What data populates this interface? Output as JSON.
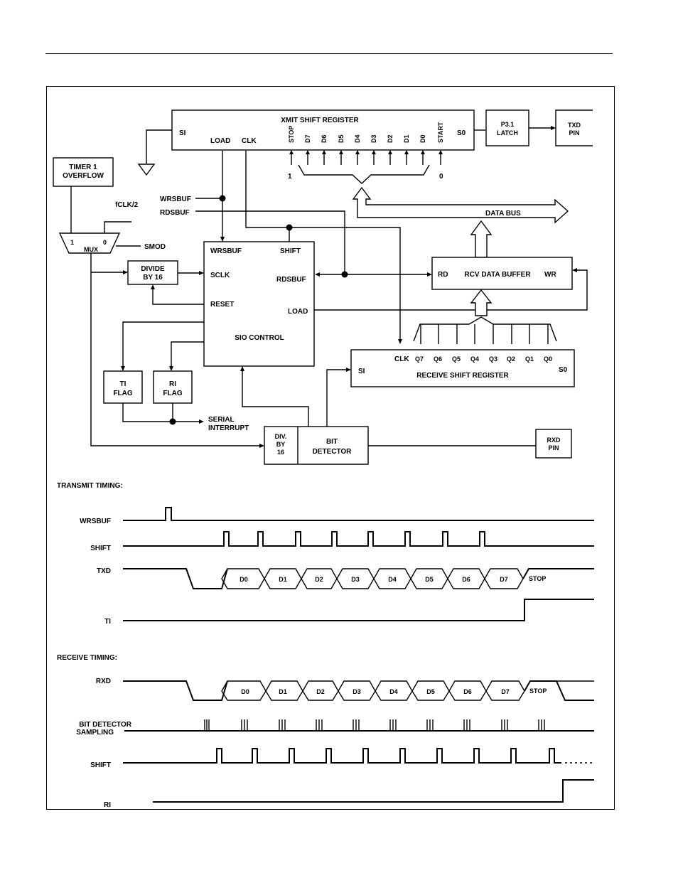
{
  "diagram": {
    "xmit_shift_register": {
      "title": "XMIT SHIFT REGISTER",
      "si": "SI",
      "so": "S0",
      "load": "LOAD",
      "clk": "CLK",
      "bits": [
        "STOP",
        "D7",
        "D6",
        "D5",
        "D4",
        "D3",
        "D2",
        "D1",
        "D0",
        "START"
      ],
      "stop_value": "1",
      "start_value": "0"
    },
    "p31_latch": [
      "P3.1",
      "LATCH"
    ],
    "txd_pin": [
      "TXD",
      "PIN"
    ],
    "timer1_overflow": [
      "TIMER 1",
      "OVERFLOW"
    ],
    "fosc": "fCLK/2",
    "mux": {
      "label": "MUX",
      "in1": "1",
      "in0": "0",
      "select": "SMOD"
    },
    "signals": {
      "wrsbuf": "WRSBUF",
      "rdsbuf": "RDSBUF",
      "data_bus": "DATA BUS"
    },
    "divide_by_16": [
      "DIVIDE",
      "BY 16"
    ],
    "sio_control": {
      "title": "SIO CONTROL",
      "wrsbuf": "WRSBUF",
      "shift": "SHIFT",
      "sclk": "SCLK",
      "rdsbuf": "RDSBUF",
      "reset": "RESET",
      "load": "LOAD"
    },
    "rcv_data_buffer": {
      "rd": "RD",
      "title": "RCV DATA BUFFER",
      "wr": "WR"
    },
    "receive_shift_register": {
      "title": "RECEIVE SHIFT REGISTER",
      "si": "SI",
      "so": "S0",
      "clk": "CLK",
      "bits": [
        "Q7",
        "Q6",
        "Q5",
        "Q4",
        "Q3",
        "Q2",
        "Q1",
        "Q0"
      ]
    },
    "ti_flag": [
      "TI",
      "FLAG"
    ],
    "ri_flag": [
      "RI",
      "FLAG"
    ],
    "serial_interrupt": [
      "SERIAL",
      "INTERRUPT"
    ],
    "div_by_16": [
      "DIV.",
      "BY",
      "16"
    ],
    "bit_detector": [
      "BIT",
      "DETECTOR"
    ],
    "rxd_pin": [
      "RXD",
      "PIN"
    ]
  },
  "timing": {
    "transmit_title": "TRANSMIT TIMING:",
    "transmit_signals": [
      "WRSBUF",
      "SHIFT",
      "TXD",
      "TI"
    ],
    "transmit_bits": [
      "D0",
      "D1",
      "D2",
      "D3",
      "D4",
      "D5",
      "D6",
      "D7"
    ],
    "transmit_stop": "STOP",
    "receive_title": "RECEIVE TIMING:",
    "receive_signals": [
      "RXD",
      "BIT DETECTOR",
      "SAMPLING",
      "SHIFT",
      "RI"
    ],
    "receive_bits": [
      "D0",
      "D1",
      "D2",
      "D3",
      "D4",
      "D5",
      "D6",
      "D7"
    ],
    "receive_stop": "STOP"
  }
}
